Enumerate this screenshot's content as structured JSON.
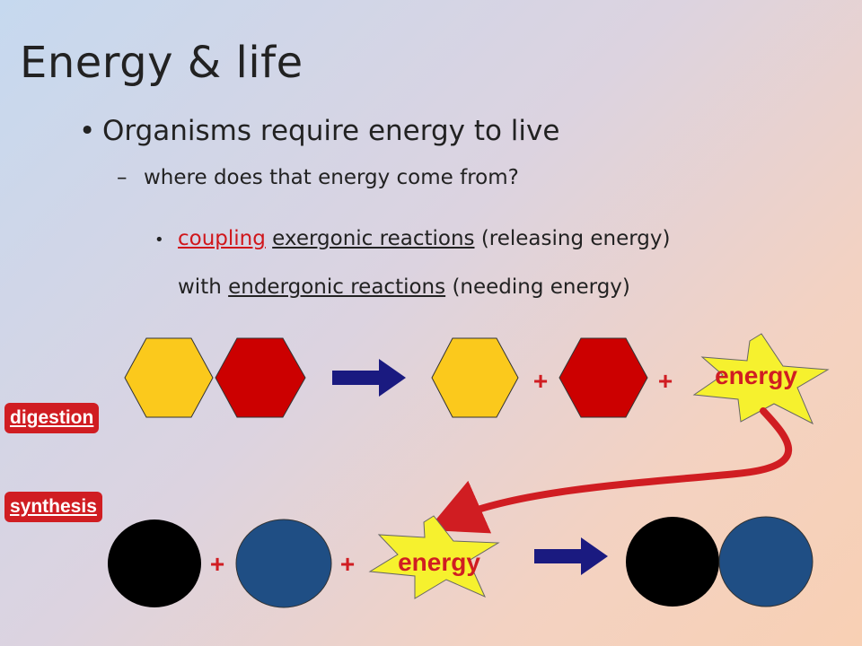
{
  "title": "Energy & life",
  "bullet1": {
    "marker": "•",
    "text": "Organisms require energy to live"
  },
  "bullet2": {
    "marker": "–",
    "text": "where does that energy come from?"
  },
  "bullet3": {
    "marker": "•",
    "coupling": "coupling",
    "exergonic": "exergonic reactions",
    "releasing": "(releasing energy)",
    "with": "with",
    "endergonic": "endergonic reactions",
    "needing": "(needing energy)"
  },
  "labels": {
    "digestion": "digestion",
    "synthesis": "synthesis"
  },
  "diagram": {
    "energy_label": "energy",
    "plus": "+",
    "colors": {
      "yellow": "#fbc91c",
      "red": "#cc0000",
      "black": "#000000",
      "blue": "#1f4e84",
      "arrow": "#1a1a80",
      "burst": "#f6f12e",
      "tag": "#d01d22"
    }
  }
}
